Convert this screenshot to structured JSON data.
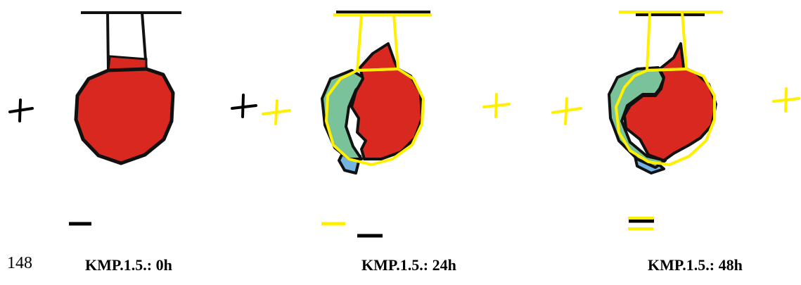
{
  "page_number": "148",
  "panels": [
    {
      "label": "KMP.1.5.: 0h"
    },
    {
      "label": "KMP.1.5.: 24h"
    },
    {
      "label": "KMP.1.5.: 48h"
    }
  ],
  "colors": {
    "cell_red": "#d9281f",
    "green_region": "#79c29a",
    "blue_region": "#74b4e3",
    "outline_black": "#111111",
    "outline_yellow": "#fff000",
    "polarity_black": "#000000",
    "polarity_yellow": "#fff000"
  }
}
